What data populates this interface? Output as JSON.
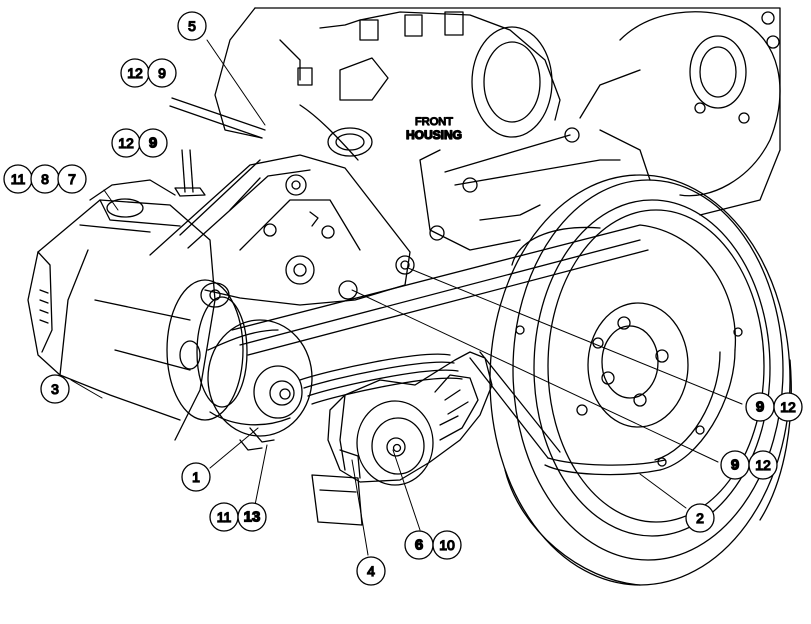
{
  "diagram": {
    "housing_label_line1": "FRONT",
    "housing_label_line2": "HOUSING",
    "callouts": [
      {
        "id": "c5",
        "text": "5",
        "bold": false
      },
      {
        "id": "c12a",
        "text": "12",
        "bold": false
      },
      {
        "id": "c9a",
        "text": "9",
        "bold": false
      },
      {
        "id": "c12b",
        "text": "12",
        "bold": false
      },
      {
        "id": "c9b",
        "text": "9",
        "bold": true
      },
      {
        "id": "c11a",
        "text": "11",
        "bold": false
      },
      {
        "id": "c8",
        "text": "8",
        "bold": false
      },
      {
        "id": "c7",
        "text": "7",
        "bold": false
      },
      {
        "id": "c3",
        "text": "3",
        "bold": false
      },
      {
        "id": "c1",
        "text": "1",
        "bold": false
      },
      {
        "id": "c11b",
        "text": "11",
        "bold": false
      },
      {
        "id": "c13",
        "text": "13",
        "bold": true
      },
      {
        "id": "c4",
        "text": "4",
        "bold": false
      },
      {
        "id": "c6",
        "text": "6",
        "bold": true
      },
      {
        "id": "c10",
        "text": "10",
        "bold": false
      },
      {
        "id": "c2",
        "text": "2",
        "bold": false
      },
      {
        "id": "c9c",
        "text": "9",
        "bold": true
      },
      {
        "id": "c12c",
        "text": "12",
        "bold": false
      },
      {
        "id": "c9d",
        "text": "9",
        "bold": true
      },
      {
        "id": "c12d",
        "text": "12",
        "bold": false
      }
    ]
  }
}
